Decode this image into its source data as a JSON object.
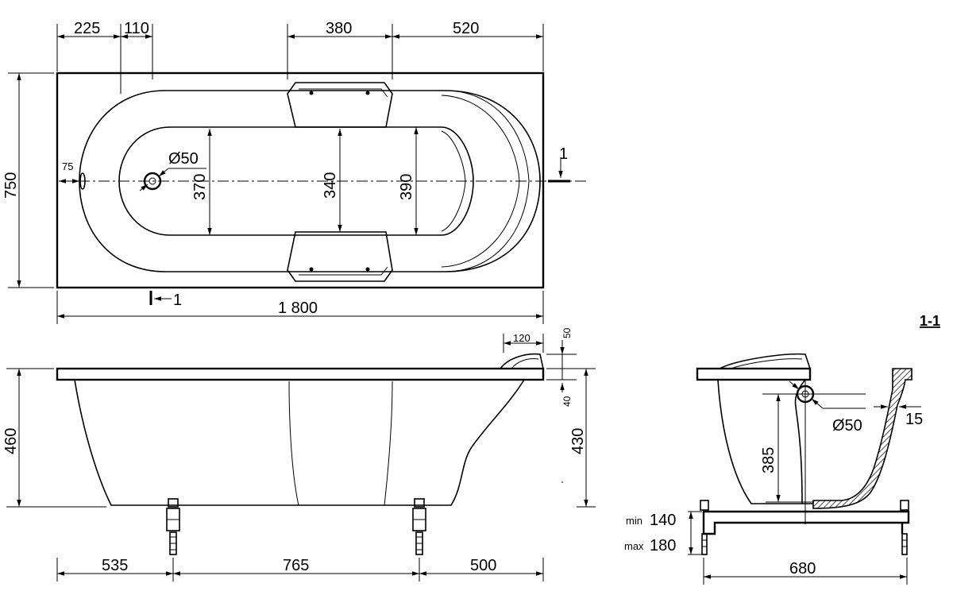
{
  "plan_view": {
    "dim_top_1": "225",
    "dim_top_2": "110",
    "dim_top_3": "380",
    "dim_top_4": "520",
    "dim_height": "750",
    "dim_edge": "75",
    "dim_drain": "Ø50",
    "dim_inner_1": "370",
    "dim_inner_2": "340",
    "dim_inner_3": "390",
    "dim_length": "1 800",
    "section_mark_right": "1",
    "section_mark_bottom": "1"
  },
  "side_view": {
    "dim_height_total": "460",
    "dim_headrest": "120",
    "dim_rim": "50",
    "dim_rim_lower": "40",
    "dim_height_inner": "430",
    "dim_leg_1": "535",
    "dim_leg_2": "765",
    "dim_leg_3": "500"
  },
  "section_view": {
    "title": "1-1",
    "dim_drain": "Ø50",
    "dim_wall": "15",
    "dim_depth": "385",
    "dim_min_label": "min",
    "dim_min_value": "140",
    "dim_max_label": "max",
    "dim_max_value": "180",
    "dim_width": "680"
  }
}
